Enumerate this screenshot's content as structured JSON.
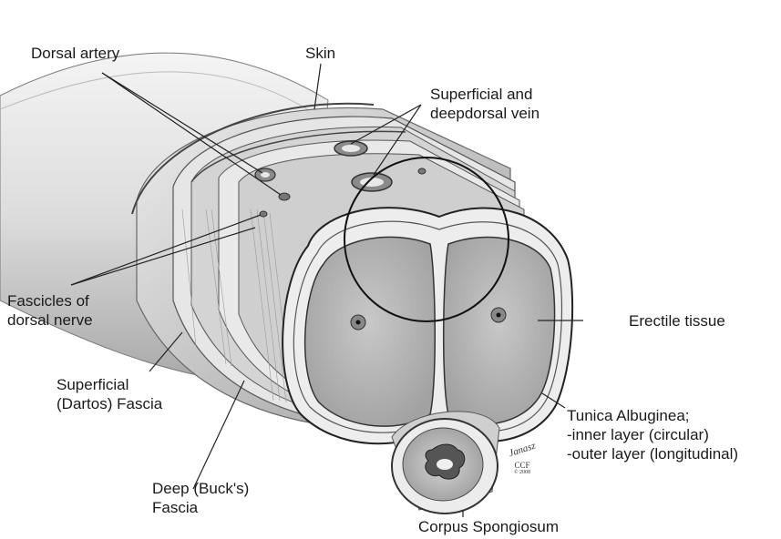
{
  "labels": {
    "dorsal_artery": "Dorsal artery",
    "skin": "Skin",
    "superficial_deep_vein": [
      "Superficial and",
      "deepdorsal vein"
    ],
    "fascicles": [
      "Fascicles of",
      "dorsal nerve"
    ],
    "erectile_tissue": "Erectile tissue",
    "superficial_fascia": [
      "Superficial",
      "(Dartos) Fascia"
    ],
    "tunica": [
      "Tunica Albuginea;",
      "-inner layer (circular)",
      "-outer layer (longitudinal)"
    ],
    "deep_fascia": [
      "Deep (Buck's)",
      "Fascia"
    ],
    "corpus_spongiosum": "Corpus  Spongiosum"
  },
  "signature": {
    "name": "Janasz",
    "org": "CCF",
    "year": "© 2008"
  },
  "colors": {
    "background": "#ffffff",
    "line": "#222222",
    "tissue_fill": "#b9b9b9",
    "shaft": "#e2e2e2"
  }
}
